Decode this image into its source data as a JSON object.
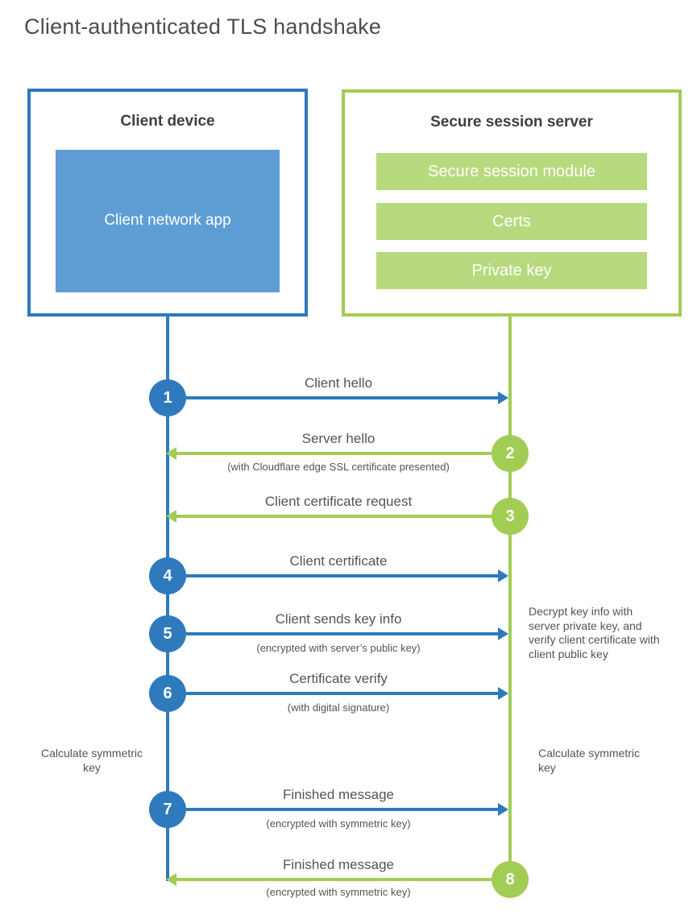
{
  "title": "Client-authenticated TLS handshake",
  "client_box": {
    "title": "Client device",
    "inner_label": "Client network app"
  },
  "server_box": {
    "title": "Secure session server",
    "modules": [
      "Secure session module",
      "Certs",
      "Private key"
    ]
  },
  "steps": [
    {
      "num": "1",
      "from": "client",
      "direction": "right",
      "label": "Client hello",
      "sub": ""
    },
    {
      "num": "2",
      "from": "server",
      "direction": "left",
      "label": "Server hello",
      "sub": "(with Cloudflare edge SSL certificate presented)"
    },
    {
      "num": "3",
      "from": "server",
      "direction": "left",
      "label": "Client certificate request",
      "sub": ""
    },
    {
      "num": "4",
      "from": "client",
      "direction": "right",
      "label": "Client certificate",
      "sub": ""
    },
    {
      "num": "5",
      "from": "client",
      "direction": "right",
      "label": "Client sends key info",
      "sub": "(encrypted with server’s public key)"
    },
    {
      "num": "6",
      "from": "client",
      "direction": "right",
      "label": "Certificate verify",
      "sub": "(with digital signature)"
    },
    {
      "num": "7",
      "from": "client",
      "direction": "right",
      "label": "Finished message",
      "sub": "(encrypted with symmetric key)"
    },
    {
      "num": "8",
      "from": "server",
      "direction": "left",
      "label": "Finished message",
      "sub": "(encrypted with symmetric key)"
    }
  ],
  "annotations": {
    "decrypt_note": "Decrypt key info with server private key, and verify client certificate with client public key",
    "calc_symmetric_left": "Calculate symmetric key",
    "calc_symmetric_right": "Calculate symmetric key"
  },
  "colors": {
    "blue": "#2e7abd",
    "blue_fill": "#5f9dd5",
    "green": "#a2cd55",
    "green_fill": "#b8d97e",
    "heading_text": "#4d4d4d",
    "label_text": "#545454"
  }
}
